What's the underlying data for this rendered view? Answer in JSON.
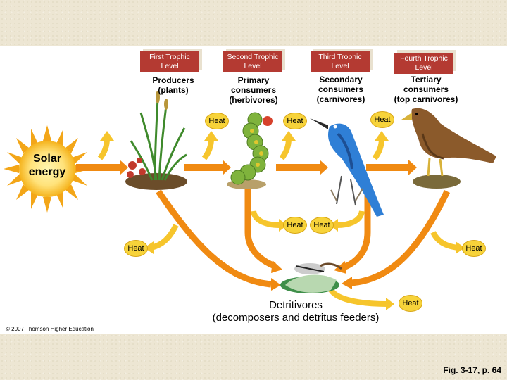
{
  "trophic_levels": [
    {
      "level": "First Trophic Level",
      "organism": "Producers\n(plants)"
    },
    {
      "level": "Second Trophic Level",
      "organism": "Primary\nconsumers\n(herbivores)"
    },
    {
      "level": "Third Trophic Level",
      "organism": "Secondary\nconsumers\n(carnivores)"
    },
    {
      "level": "Fourth Trophic Level",
      "organism": "Tertiary\nconsumers\n(top carnivores)"
    }
  ],
  "solar_energy": "Solar\nenergy",
  "heat_label": "Heat",
  "detritivores": "Detritivores\n(decomposers and detritus feeders)",
  "copyright": "© 2007 Thomson Higher Education",
  "fig_ref": "Fig. 3-17, p. 64",
  "colors": {
    "arrow": "#f08a12",
    "heat_arrow": "#f6c52c",
    "level_box": "#b43a32",
    "sun": "#f7b719"
  }
}
